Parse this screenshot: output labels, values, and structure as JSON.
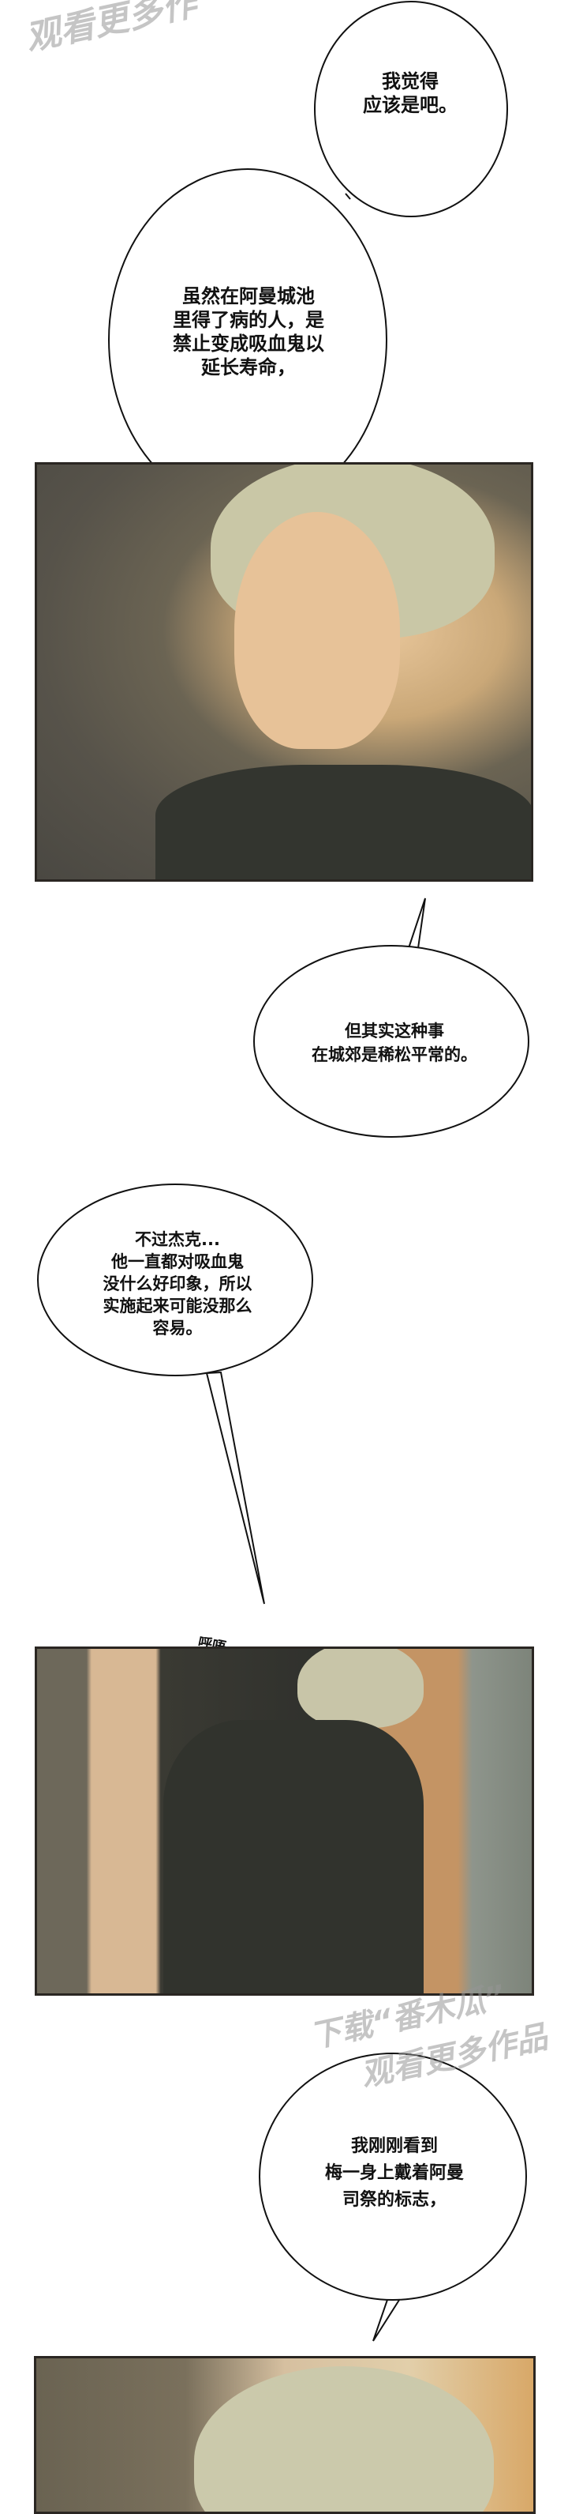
{
  "watermark": {
    "top_line": "观看更多作",
    "bottom_line1": "下载“番木瓜”",
    "bottom_line2": "观看更多作品"
  },
  "bubbles": [
    {
      "text": "我觉得\n应该是吧。"
    },
    {
      "text": "虽然在阿曼城池\n里得了病的人，是\n禁止变成吸血鬼以\n延长寿命，"
    },
    {
      "text": "但其实这种事\n在城郊是稀松平常的。"
    },
    {
      "text": "不过杰克...\n他一直都对吸血鬼\n没什么好印象，所以\n实施起来可能没那么\n容易。"
    },
    {
      "text": "我刚刚看到\n梅一身上戴着阿曼\n司祭的标志，"
    }
  ],
  "sfx": [
    "呼唔"
  ],
  "colors": {
    "ink": "#111111",
    "panel_border": "#2a2622",
    "skin": "#e8c69a",
    "hair": "#c8c8a8",
    "jacket": "#33352f"
  }
}
